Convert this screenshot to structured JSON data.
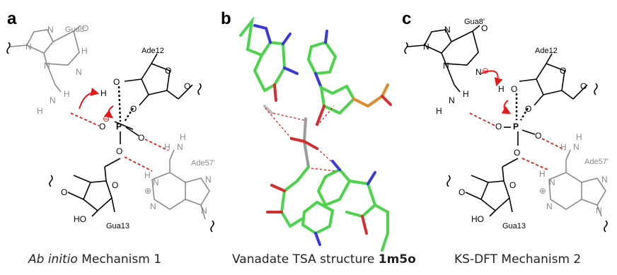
{
  "panels": {
    "a": {
      "letter": "a",
      "labels": {
        "gua8": "Gua8'",
        "ade12": "Ade12",
        "ade57": "Ade57'",
        "gua13": "Gua13"
      },
      "atoms": {
        "N": "N",
        "O": "O",
        "H": "H",
        "P": "P",
        "HO": "HO",
        "minus": "⊖",
        "plus": "⊕"
      },
      "caption_italic": "Ab initio",
      "caption_rest": " Mechanism 1"
    },
    "b": {
      "letter": "b",
      "caption_prefix": "Vanadate TSA structure ",
      "caption_bold": "1m5o"
    },
    "c": {
      "letter": "c",
      "labels": {
        "gua8": "Gua8'",
        "ade12": "Ade12",
        "ade57": "Ade57'",
        "gua13": "Gua13"
      },
      "caption": "KS-DFT Mechanism 2"
    }
  },
  "colors": {
    "panel_a_gray": "#8a8a8a",
    "bond_black": "#000000",
    "hbond_red": "#e31a1c",
    "arrow_red": "#e31a1c",
    "carbon_green": "#4bd44b",
    "nitrogen_blue": "#3a3ad8",
    "oxygen_red": "#d03030",
    "phosphorus_orange": "#e08a2a",
    "vanadium_gray": "#9a9a9a"
  }
}
